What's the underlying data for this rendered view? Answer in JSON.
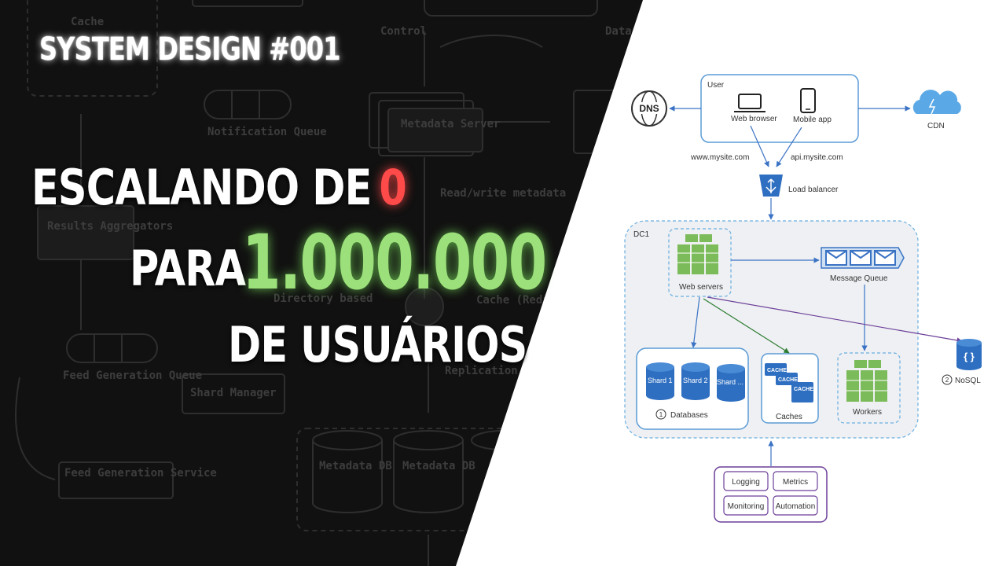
{
  "headline": {
    "series_title": "SYSTEM DESIGN #001",
    "line1_prefix": "ESCALANDO DE",
    "line1_number": "0",
    "line2_prefix": "PARA",
    "line2_number": "1.000.000",
    "line3": "DE USUÁRIOS"
  },
  "colors": {
    "zero": "#ff4a4a",
    "million": "#9be07a",
    "diagram_blue": "#3b73c4",
    "diagram_green": "#7cbb5a",
    "diagram_purple": "#6c3f99"
  },
  "background_diagram": {
    "labels": [
      "Cache",
      "Control",
      "Data",
      "Notification Queue",
      "Metadata Server",
      "Read/write metadata",
      "Results Aggregators",
      "Directory based",
      "Cache (Redis/Memcac",
      "Feed Generation Queue",
      "Shard Manager",
      "Replication Partition",
      "Feed Generation Service",
      "Metadata DB",
      "Metadata DB"
    ]
  },
  "diagram": {
    "user_box_label": "User",
    "web_browser": "Web browser",
    "mobile_app": "Mobile app",
    "dns": "DNS",
    "cdn": "CDN",
    "www": "www.mysite.com",
    "api": "api.mysite.com",
    "load_balancer": "Load balancer",
    "dc": "DC1",
    "web_servers": "Web servers",
    "message_queue": "Message Queue",
    "databases_num": "1",
    "databases": "Databases",
    "shards": [
      "Shard 1",
      "Shard 2",
      "Shard ..."
    ],
    "cache_tag": "CACHE",
    "caches": "Caches",
    "workers": "Workers",
    "nosql_num": "2",
    "nosql": "NoSQL",
    "tools": [
      "Logging",
      "Metrics",
      "Monitoring",
      "Automation"
    ]
  }
}
